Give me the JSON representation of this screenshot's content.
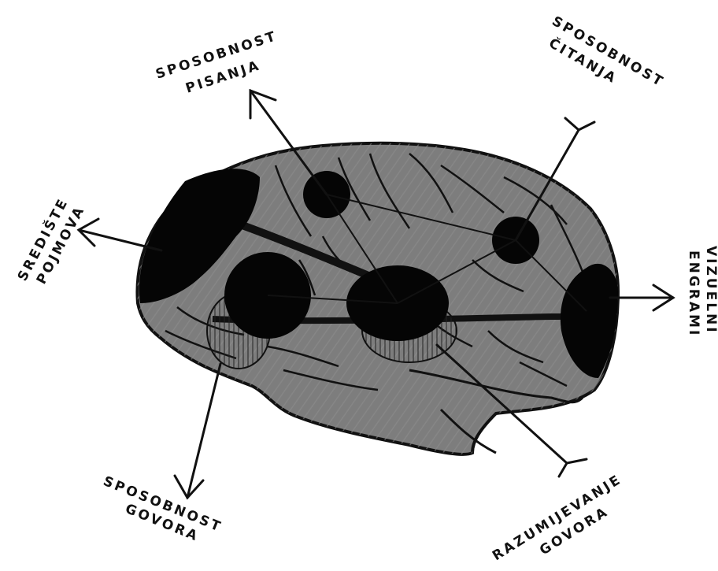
{
  "colors": {
    "brain_fill": "#7d7d7d",
    "brain_dark": "#555555",
    "region_fill": "#050505",
    "ink": "#111111",
    "background": "#ffffff"
  },
  "labels": {
    "writing": [
      "SPOSOBNOST",
      "PISANJA"
    ],
    "reading": [
      "SPOSOBNOST",
      "ČITANJA"
    ],
    "concepts": [
      "SREDIŠTE",
      "POJMOVA"
    ],
    "visual": [
      "VIZUELNI",
      "ENGRAMI"
    ],
    "speech": [
      "SPOSOBNOST",
      "GOVORA"
    ],
    "understanding": [
      "RAZUMIJEVANJE",
      "GOVORA"
    ]
  }
}
